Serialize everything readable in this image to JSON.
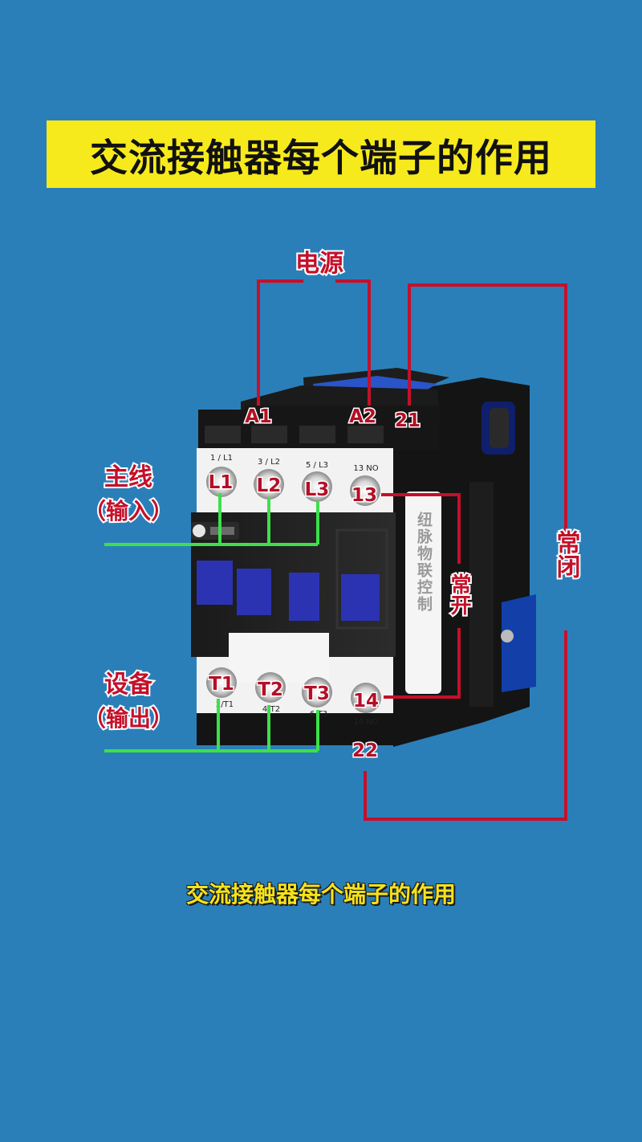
{
  "title": "交流接触器每个端子的作用",
  "caption": "交流接触器每个端子的作用",
  "labels": {
    "power": "电源",
    "main_line": "主线",
    "main_line_sub": "（输入）",
    "device": "设备",
    "device_sub": "（输出）",
    "normally_open": "常开",
    "normally_closed": "常闭"
  },
  "terminals": {
    "a1": "A1",
    "a2": "A2",
    "t21": "21",
    "l1": "L1",
    "l2": "L2",
    "l3": "L3",
    "t13": "13",
    "t1": "T1",
    "t2": "T2",
    "t3": "T3",
    "t14": "14",
    "t22": "22"
  },
  "small_labels": {
    "l1": "1 / L1",
    "l2": "3 / L2",
    "l3": "5 / L3",
    "no13": "13 NO",
    "t1": "2/T1",
    "t2": "4/T2",
    "t3": "6/T3",
    "no14": "14 NO"
  },
  "brand_vertical": "纽脉物联控制",
  "colors": {
    "background": "#2b7fb9",
    "banner": "#f7ea1c",
    "wire_red": "#c4102a",
    "wire_green": "#3de04a",
    "caption": "#f4e21c"
  }
}
